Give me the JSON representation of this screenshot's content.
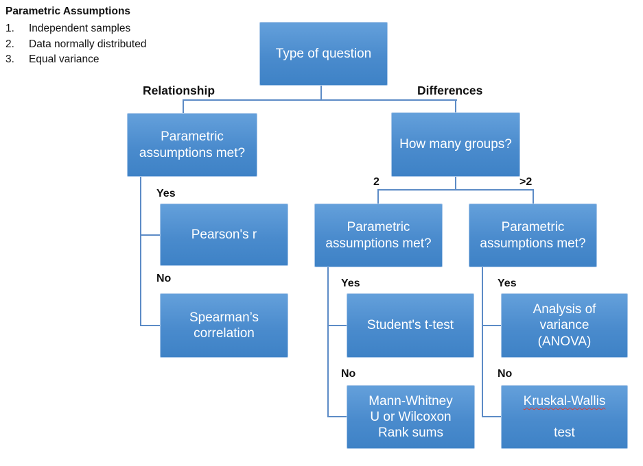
{
  "colors": {
    "box_top": "#64a0db",
    "box_mid": "#4a8bcd",
    "box_bottom": "#3e82c6",
    "box_border": "#a9c7e8",
    "connector": "#5c8bc6",
    "label": "#111111",
    "box_text": "#ffffff",
    "misspell_underline": "#e03a2f"
  },
  "assumptions": {
    "title": "Parametric Assumptions",
    "items": [
      {
        "num": "1.",
        "text": "Independent samples"
      },
      {
        "num": "2.",
        "text": "Data normally distributed"
      },
      {
        "num": "3.",
        "text": "Equal variance"
      }
    ]
  },
  "nodes": {
    "type_of_question": "Type of  question",
    "relationship_parametric": "Parametric\nassumptions met?",
    "how_many_groups": "How many groups?",
    "pearsons_r": "Pearson's r",
    "spearmans_correlation": "Spearman’s\ncorrelation",
    "two_groups_parametric": "Parametric\nassumptions met?",
    "gt2_groups_parametric": "Parametric\nassumptions met?",
    "students_t_test": "Student's t-test",
    "mann_whitney": "Mann-Whitney\nU or Wilcoxon\nRank sums",
    "anova": "Analysis of\nvariance\n(ANOVA)",
    "kruskal_wallis_line1": "Kruskal-Wallis",
    "kruskal_wallis_line2": "test"
  },
  "branch_labels": {
    "relationship": "Relationship",
    "differences": "Differences",
    "two": "2",
    "more_than_two": ">2",
    "yes_relationship": "Yes",
    "no_relationship": "No",
    "yes_two": "Yes",
    "no_two": "No",
    "yes_gt2": "Yes",
    "no_gt2": "No"
  }
}
